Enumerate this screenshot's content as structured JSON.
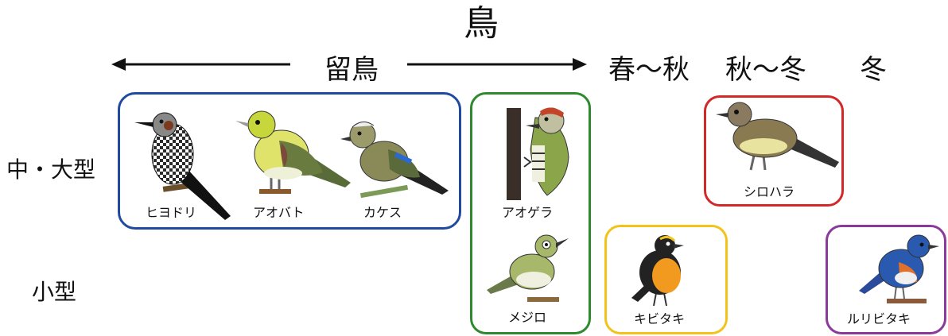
{
  "title": "鳥",
  "seasons": {
    "resident": "留鳥",
    "spring_autumn": "春～秋",
    "autumn_winter": "秋～冬",
    "winter": "冬"
  },
  "sizes": {
    "medium_large": "中・大型",
    "small": "小型"
  },
  "birds": {
    "hiyodori": "ヒヨドリ",
    "aobato": "アオバト",
    "kakesu": "カケス",
    "aogera": "アオゲラ",
    "mejiro": "メジロ",
    "shirohara": "シロハラ",
    "kibitaki": "キビタキ",
    "ruribitaki": "ルリビタキ"
  },
  "colors": {
    "resident_border": "#1f4aa0",
    "aogera_mejiro_border": "#2e8a2e",
    "shirohara_border": "#d32828",
    "kibitaki_border": "#f2c41b",
    "ruribitaki_border": "#8a3a9a"
  }
}
